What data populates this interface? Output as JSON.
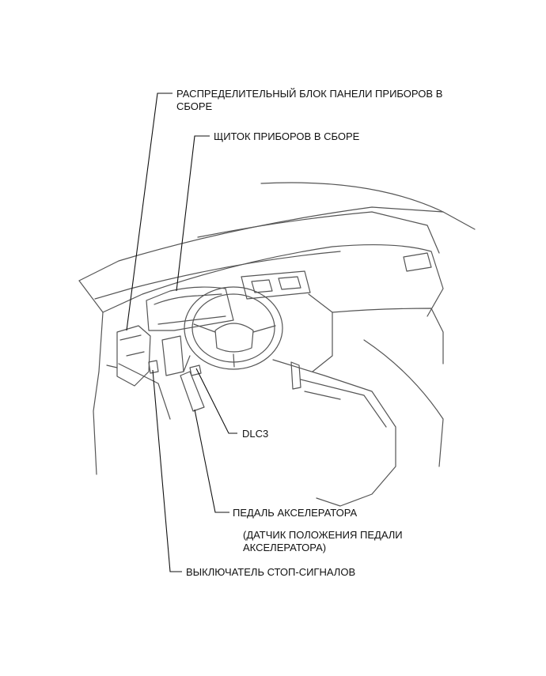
{
  "labels": {
    "junction_block": "РАСПРЕДЕЛИТЕЛЬНЫЙ БЛОК ПАНЕЛИ ПРИБОРОВ В СБОРЕ",
    "combination_meter": "ЩИТОК ПРИБОРОВ В СБОРЕ",
    "dlc3": "DLC3",
    "accelerator_pedal": "ПЕДАЛЬ АКСЕЛЕРАТОРА",
    "pedal_sensor": "(ДАТЧИК ПОЛОЖЕНИЯ ПЕДАЛИ АКСЕЛЕРАТОРА)",
    "stop_light_switch": "ВЫКЛЮЧАТЕЛЬ СТОП-СИГНАЛОВ"
  }
}
